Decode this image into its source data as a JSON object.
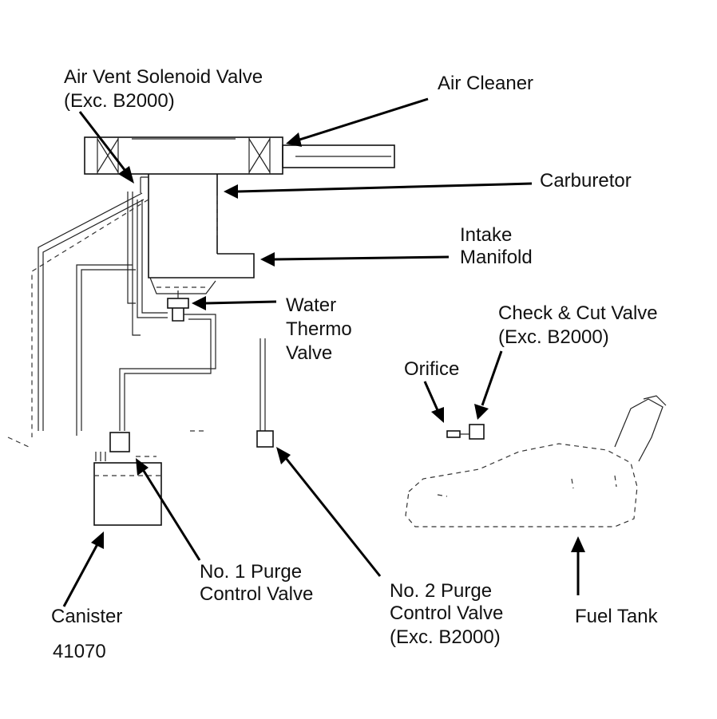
{
  "labels": {
    "air_vent_solenoid_1": "Air Vent Solenoid Valve",
    "air_vent_solenoid_2": "(Exc. B2000)",
    "air_cleaner": "Air Cleaner",
    "carburetor": "Carburetor",
    "intake_1": "Intake",
    "intake_2": "Manifold",
    "water_1": "Water",
    "water_2": "Thermo",
    "water_3": "Valve",
    "check_cut_1": "Check & Cut Valve",
    "check_cut_2": "(Exc. B2000)",
    "orifice": "Orifice",
    "purge1_1": "No. 1 Purge",
    "purge1_2": "Control Valve",
    "purge2_1": "No. 2 Purge",
    "purge2_2": "Control Valve",
    "purge2_3": "(Exc. B2000)",
    "canister": "Canister",
    "fuel_tank": "Fuel Tank",
    "figure_number": "41070"
  }
}
